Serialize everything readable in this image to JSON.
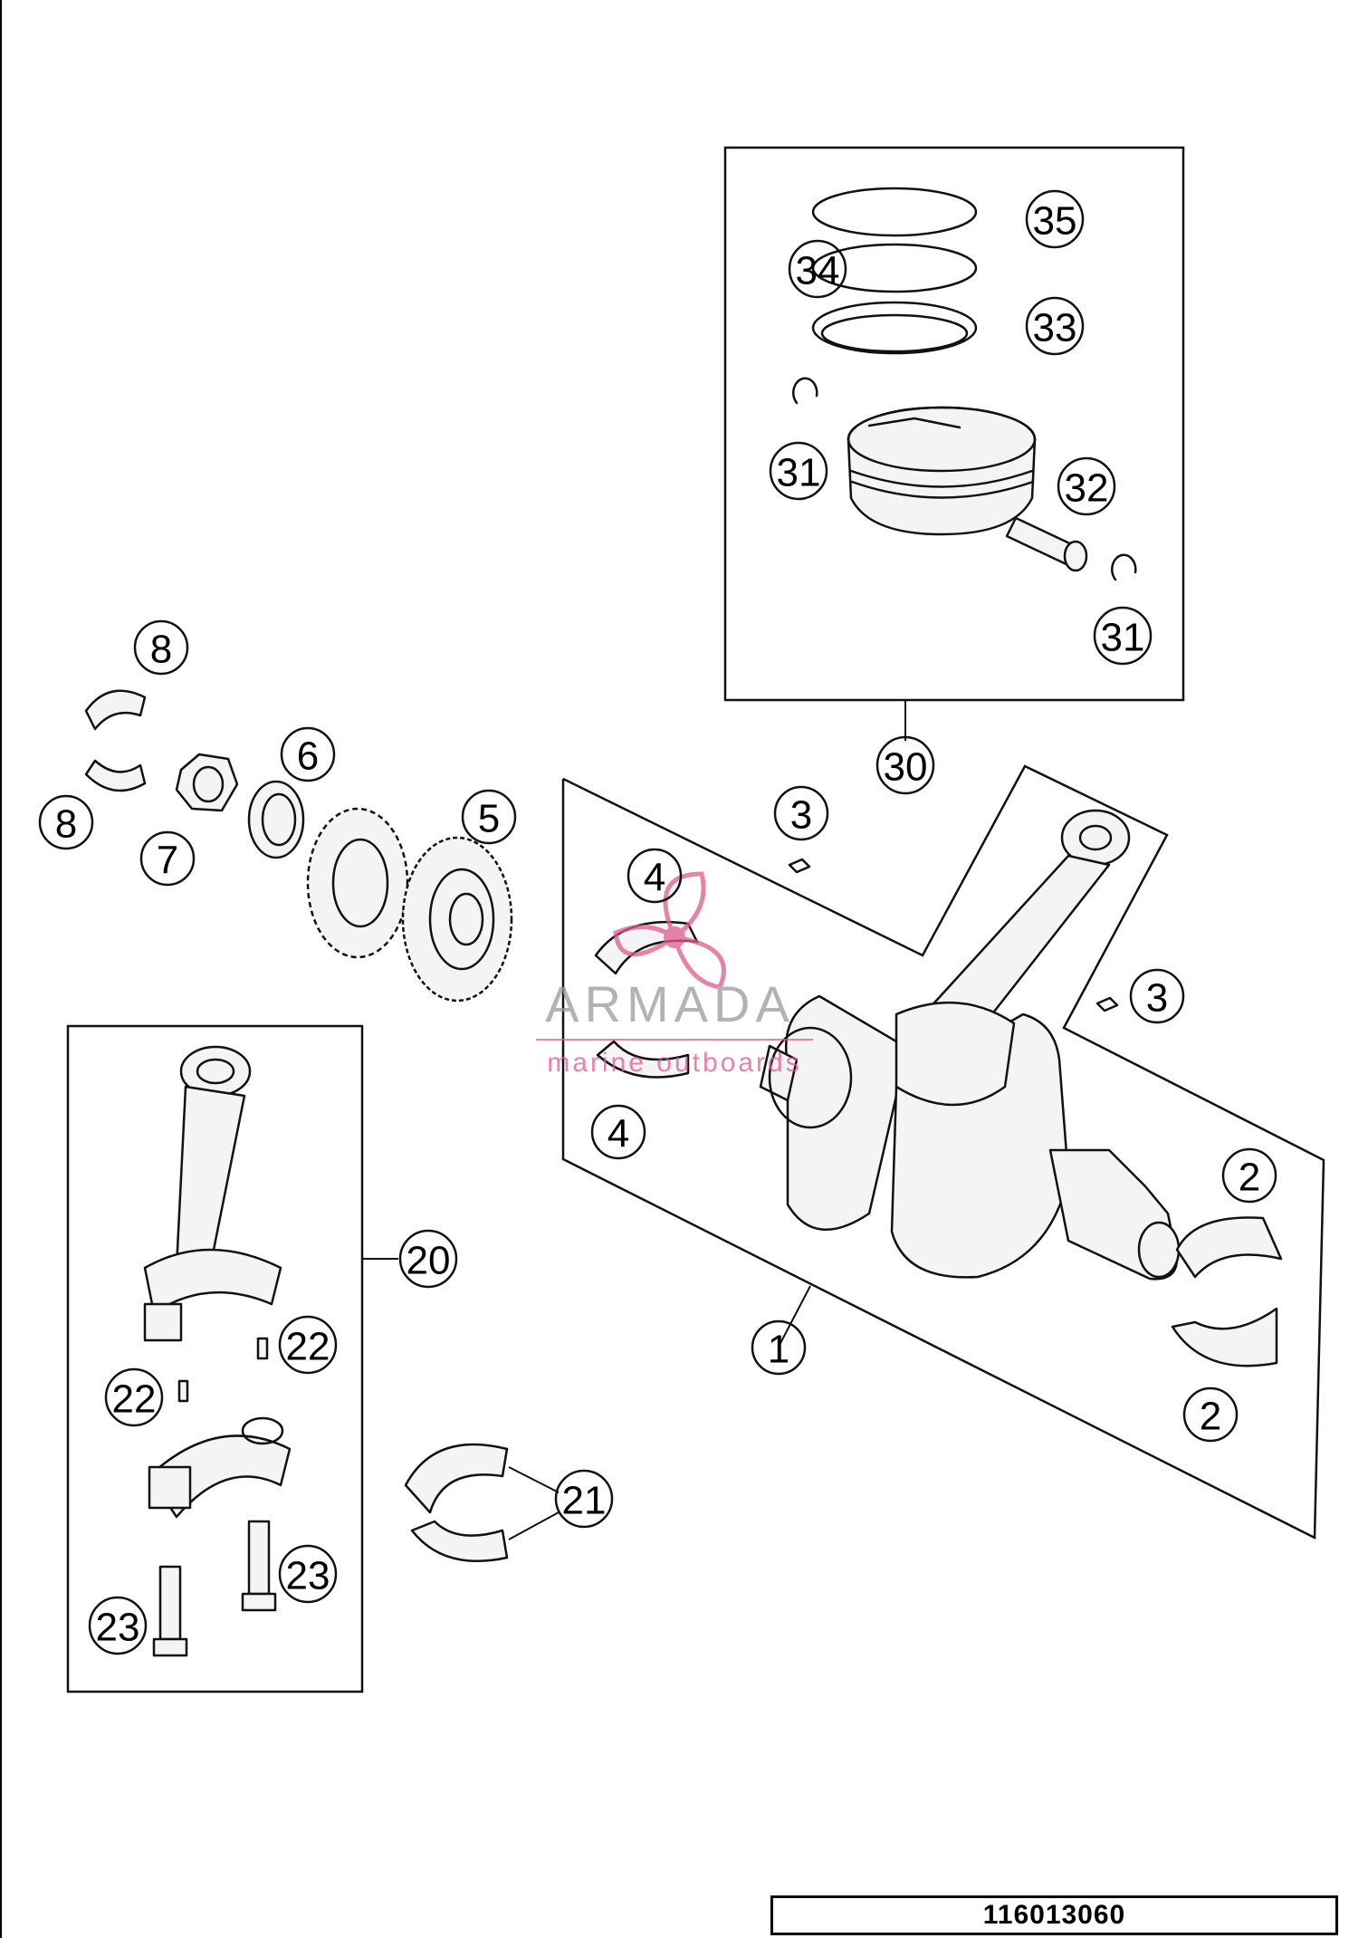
{
  "diagram_code": "116013060",
  "watermark": {
    "brand": "ARMADA",
    "tagline": "marine outboards",
    "color": "#e05a8c"
  },
  "callouts": {
    "c1": "1",
    "c2a": "2",
    "c2b": "2",
    "c3a": "3",
    "c3b": "3",
    "c4a": "4",
    "c4b": "4",
    "c5": "5",
    "c6": "6",
    "c7": "7",
    "c8a": "8",
    "c8b": "8",
    "c20": "20",
    "c21": "21",
    "c22a": "22",
    "c22b": "22",
    "c23a": "23",
    "c23b": "23",
    "c30": "30",
    "c31a": "31",
    "c31b": "31",
    "c32": "32",
    "c33": "33",
    "c34": "34",
    "c35": "35"
  }
}
